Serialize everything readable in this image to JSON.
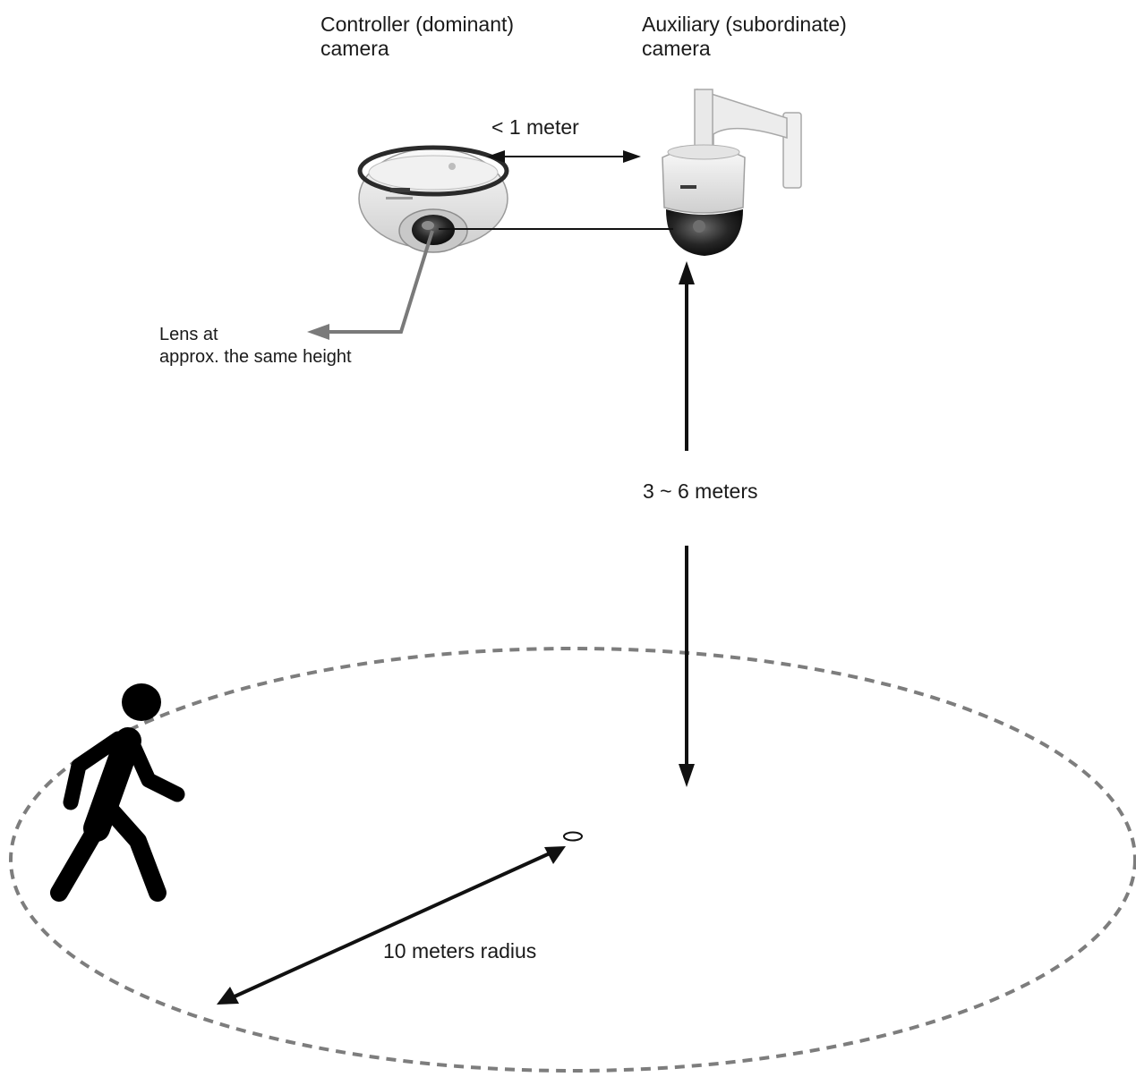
{
  "labels": {
    "controller": {
      "line1": "Controller (dominant)",
      "line2": "camera"
    },
    "auxiliary": {
      "line1": "Auxiliary (subordinate)",
      "line2": "camera"
    },
    "distance_cameras": "< 1 meter",
    "lens": {
      "line1": "Lens at",
      "line2": "approx. the same height"
    },
    "height": "3 ~ 6 meters",
    "radius": "10 meters radius"
  },
  "colors": {
    "arrow": "#111111",
    "pointer": "#7a7a7a",
    "circle": "#7d7d7d",
    "camera_body": "#e6e6e6",
    "person": "#000000"
  },
  "icons": {
    "fisheye_camera": "fisheye-camera-icon",
    "speed_dome_camera": "speed-dome-camera-icon",
    "person": "walking-person-icon"
  }
}
